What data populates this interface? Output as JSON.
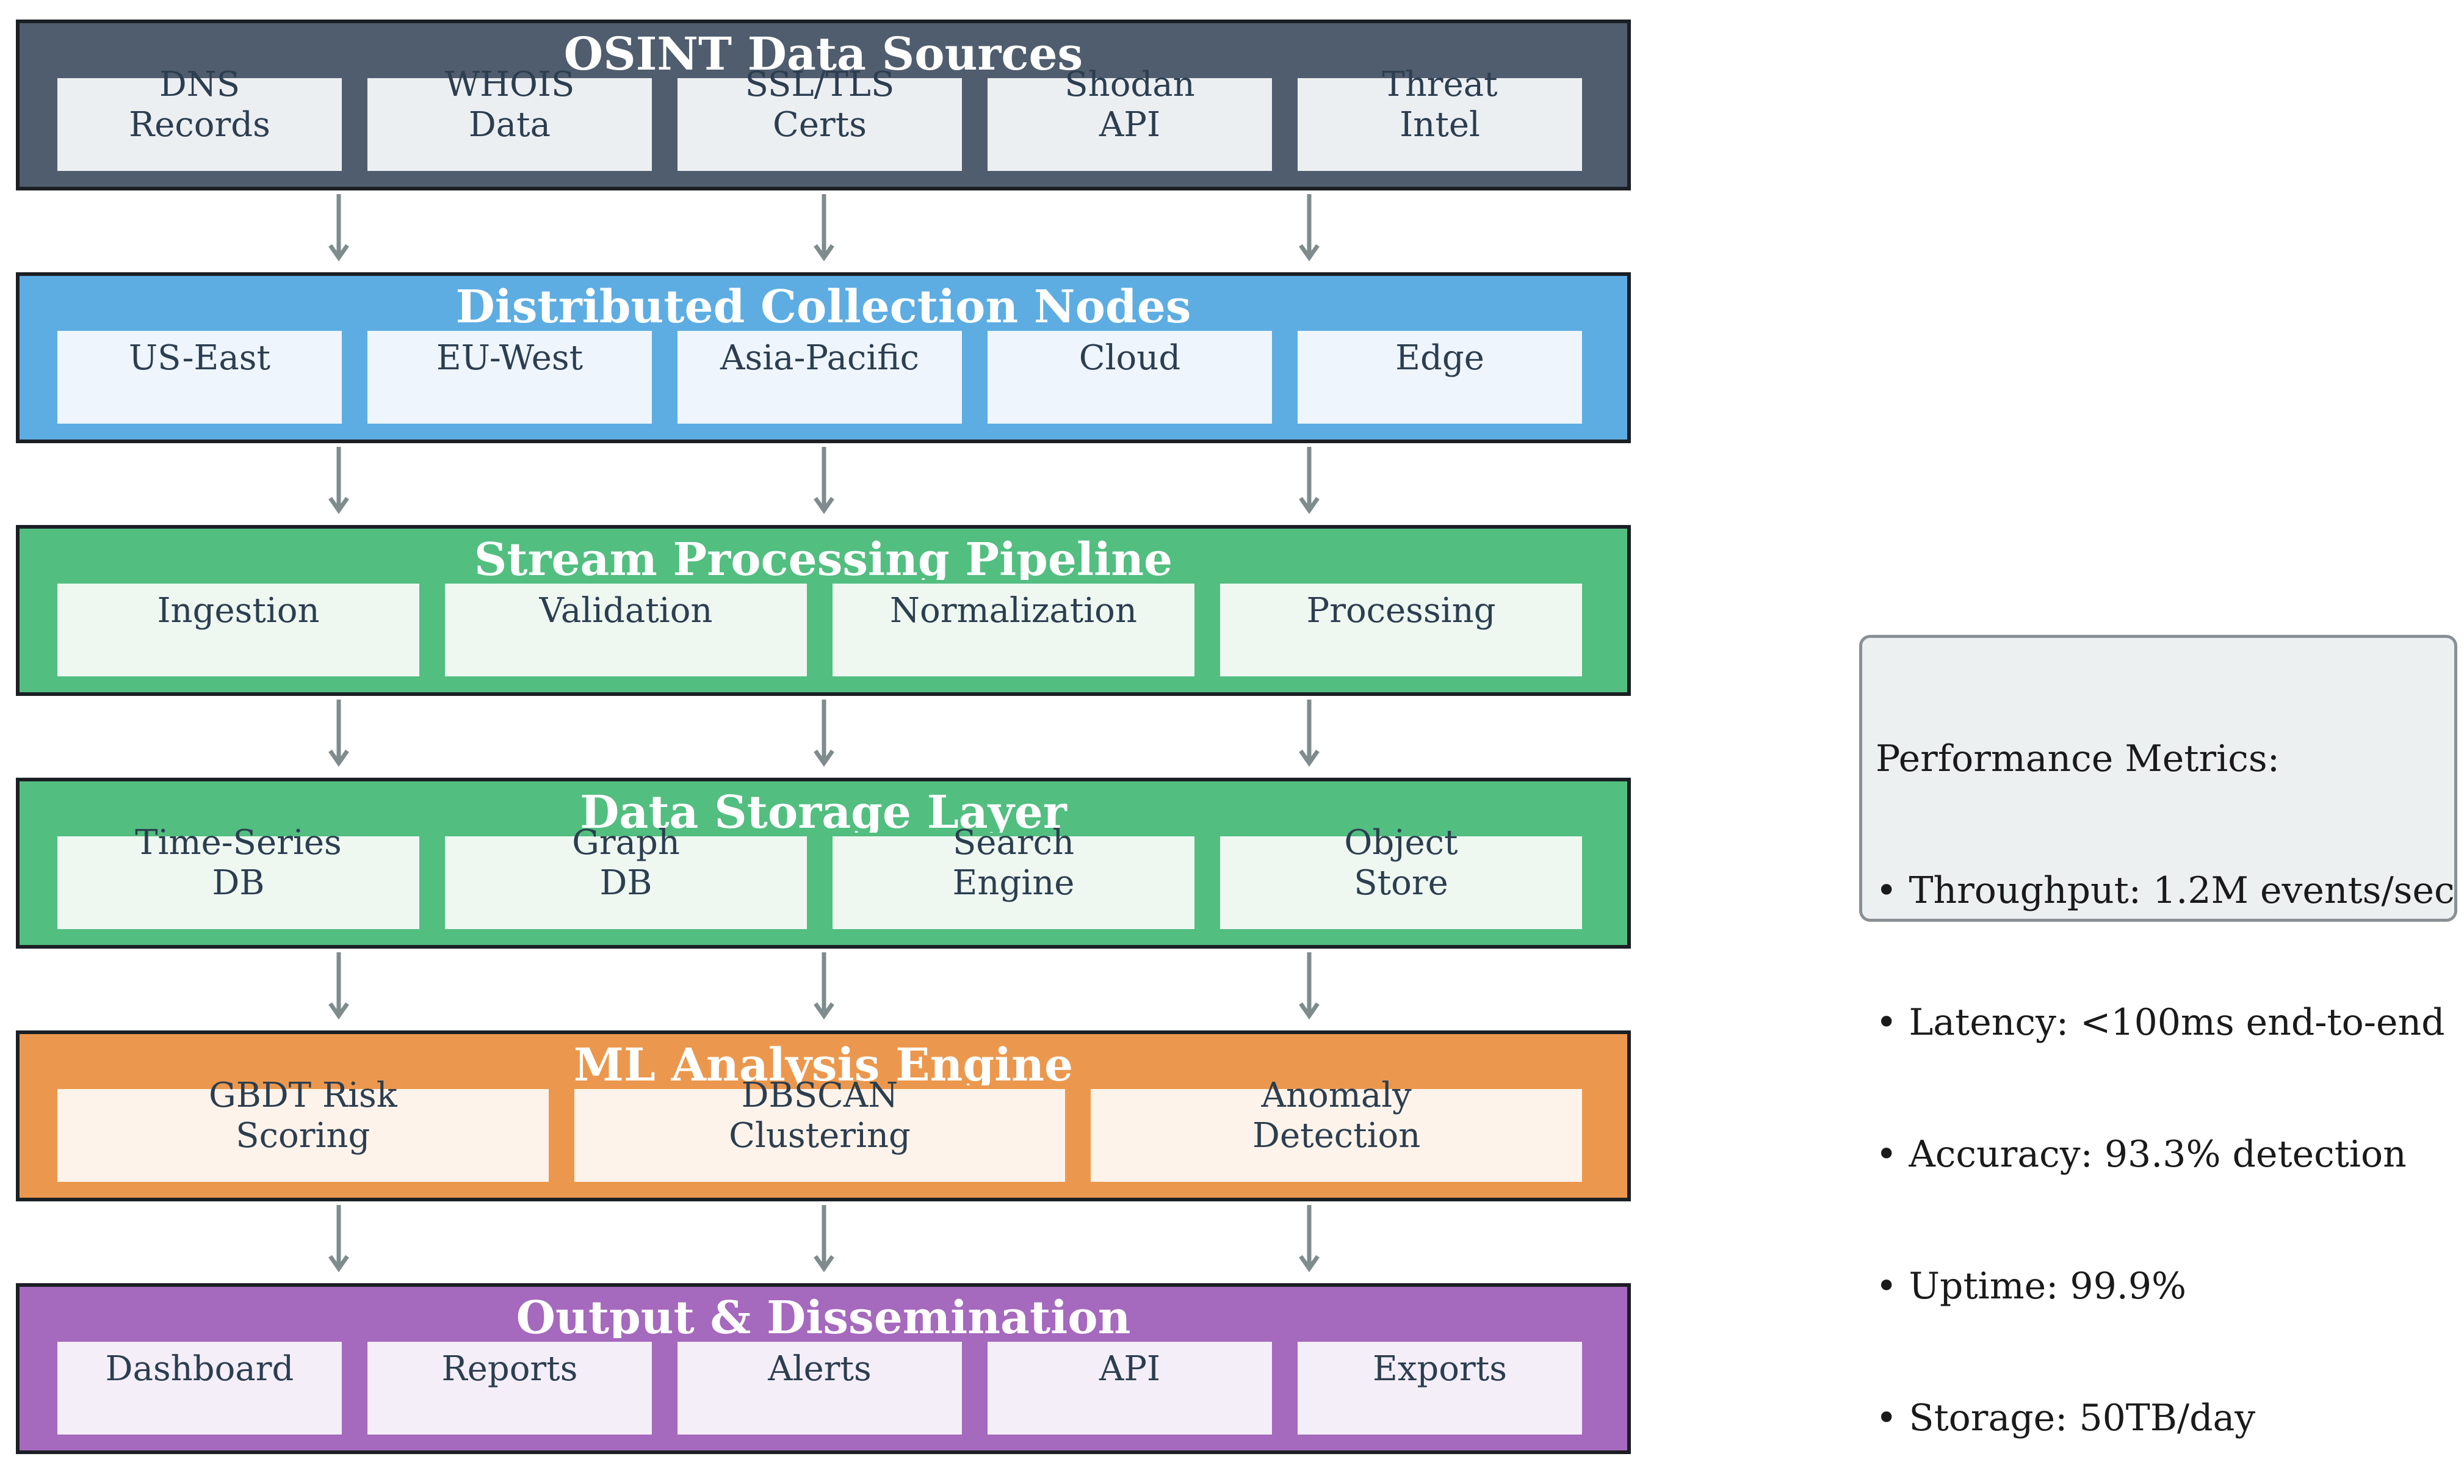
{
  "layers": [
    {
      "title": "OSINT Data Sources",
      "color": "#4f5d6e",
      "box_fill": "#eceff2",
      "box_border": "#4f5d6e",
      "components": [
        "DNS\nRecords",
        "WHOIS\nData",
        "SSL/TLS\nCerts",
        "Shodan\nAPI",
        "Threat\nIntel"
      ]
    },
    {
      "title": "Distributed Collection Nodes",
      "color": "#5dade2",
      "box_fill": "#eef5fc",
      "box_border": "#5dade2",
      "components": [
        "US-East",
        "EU-West",
        "Asia-Pacific",
        "Cloud",
        "Edge"
      ]
    },
    {
      "title": "Stream Processing Pipeline",
      "color": "#52be80",
      "box_fill": "#eef8f1",
      "box_border": "#52be80",
      "components": [
        "Ingestion",
        "Validation",
        "Normalization",
        "Processing"
      ]
    },
    {
      "title": "Data Storage Layer",
      "color": "#52be80",
      "box_fill": "#eef8f1",
      "box_border": "#52be80",
      "components": [
        "Time-Series\nDB",
        "Graph\nDB",
        "Search\nEngine",
        "Object\nStore"
      ]
    },
    {
      "title": "ML Analysis Engine",
      "color": "#eb984e",
      "box_fill": "#fdf3ea",
      "box_border": "#eb984e",
      "components": [
        "GBDT Risk\nScoring",
        "DBSCAN\nClustering",
        "Anomaly\nDetection"
      ]
    },
    {
      "title": "Output & Dissemination",
      "color": "#a569bd",
      "box_fill": "#f4eef8",
      "box_border": "#a569bd",
      "components": [
        "Dashboard",
        "Reports",
        "Alerts",
        "API",
        "Exports"
      ]
    }
  ],
  "metrics": {
    "title": "Performance Metrics:",
    "items": [
      "• Throughput: 1.2M events/sec",
      "• Latency: <100ms end-to-end",
      "• Accuracy: 93.3% detection",
      "• Uptime: 99.9%",
      "• Storage: 50TB/day"
    ]
  },
  "arrow_color": "#7f8c8d"
}
